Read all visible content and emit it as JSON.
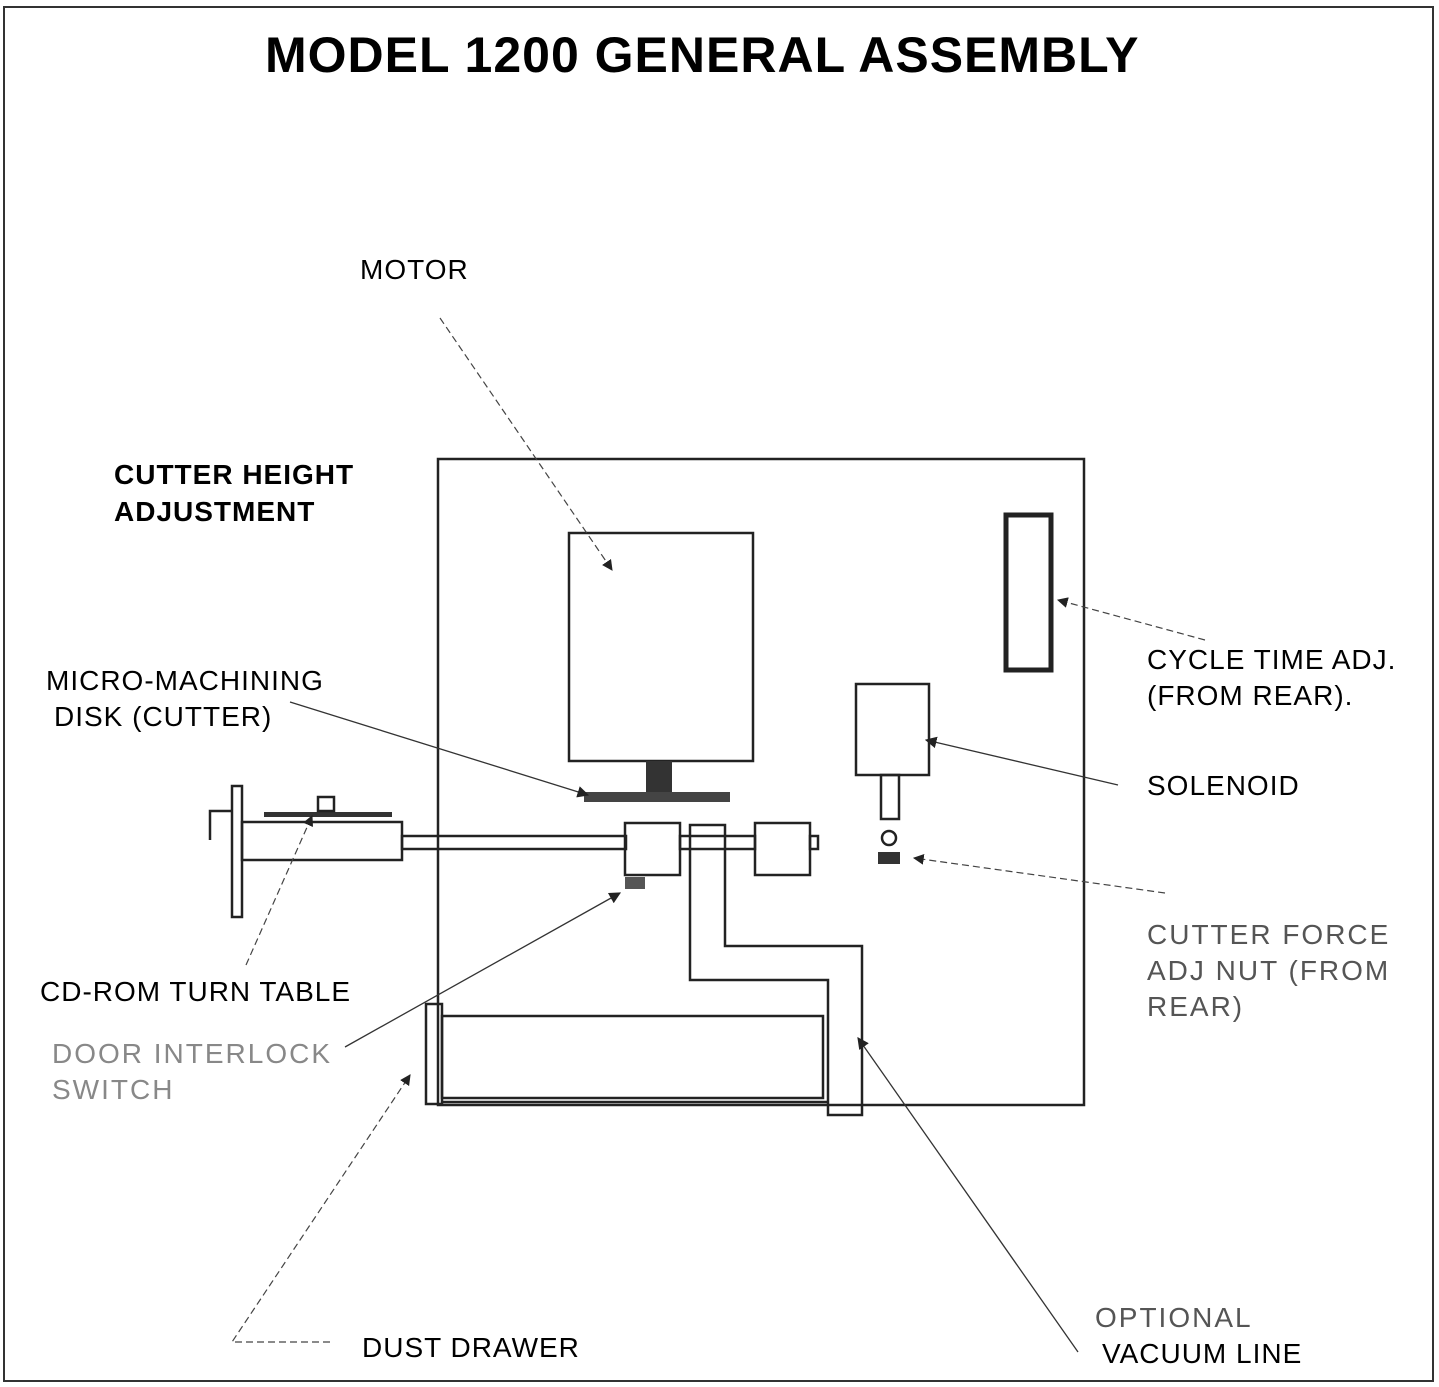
{
  "title": "MODEL 1200 GENERAL ASSEMBLY",
  "labels": {
    "motor": "MOTOR",
    "cutter_height_1": "CUTTER HEIGHT",
    "cutter_height_2": "ADJUSTMENT",
    "micro_disk_1": "MICRO-MACHINING",
    "micro_disk_2": "DISK  (CUTTER)",
    "cd_rom": "CD-ROM TURN TABLE",
    "door_1": "DOOR INTERLOCK",
    "door_2": "SWITCH",
    "dust_drawer": "DUST DRAWER",
    "cycle_time_1": "CYCLE TIME ADJ.",
    "cycle_time_2": "(FROM REAR).",
    "solenoid": "SOLENOID",
    "cutter_force_1": "CUTTER FORCE",
    "cutter_force_2": "ADJ  NUT (FROM",
    "cutter_force_3": "REAR)",
    "vacuum_1": "OPTIONAL",
    "vacuum_2": "VACUUM LINE"
  },
  "colors": {
    "ink": "#222222",
    "paper": "#ffffff"
  }
}
